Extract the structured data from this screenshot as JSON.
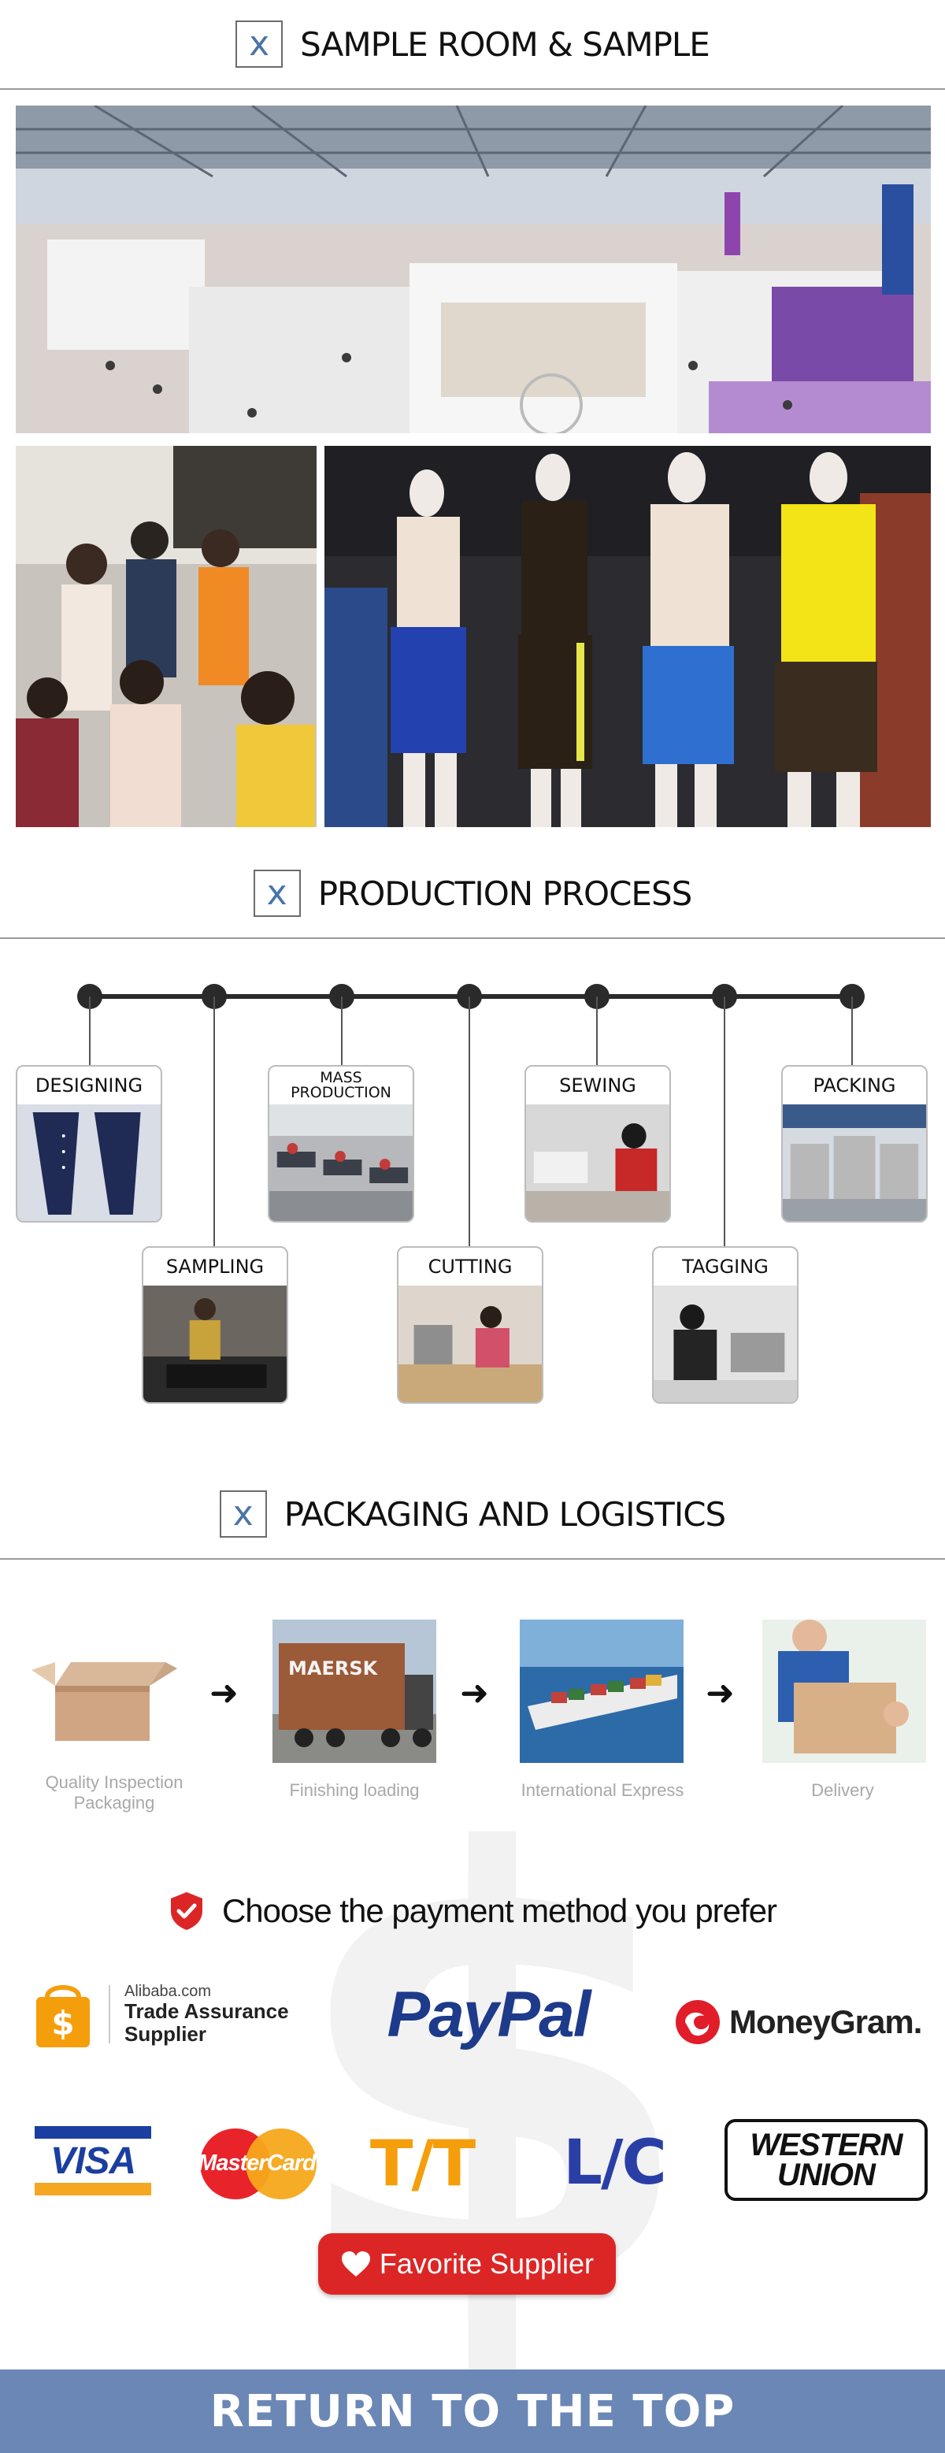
{
  "sections": {
    "sample": {
      "icon": "x-icon",
      "title": "SAMPLE ROOM & SAMPLE"
    },
    "production": {
      "icon": "x-icon",
      "title": "PRODUCTION PROCESS"
    },
    "packaging": {
      "icon": "x-icon",
      "title": "PACKAGING AND LOGISTICS"
    }
  },
  "production_steps": [
    {
      "label": "DESIGNING"
    },
    {
      "label": "SAMPLING"
    },
    {
      "label": "MASS PRODUCTION"
    },
    {
      "label": "CUTTING"
    },
    {
      "label": "SEWING"
    },
    {
      "label": "TAGGING"
    },
    {
      "label": "PACKING"
    }
  ],
  "logistics": [
    {
      "caption": "Quality Inspection Packaging"
    },
    {
      "caption": "Finishing loading",
      "truck_text": "MAERSK"
    },
    {
      "caption": "International Express"
    },
    {
      "caption": "Delivery"
    }
  ],
  "payment": {
    "title": "Choose the payment method you prefer",
    "alibaba_line1": "Alibaba.com",
    "alibaba_line2": "Trade Assurance",
    "alibaba_line3": "Supplier",
    "paypal": "PayPal",
    "moneygram": "MoneyGram.",
    "visa": "VISA",
    "mastercard": "MasterCard",
    "tt": "T/T",
    "lc": "L/C",
    "western_line1": "WESTERN",
    "western_line2": "UNION",
    "favorite_label": "Favorite Supplier"
  },
  "return_top_label": "RETURN TO THE TOP",
  "colors": {
    "accent_blue": "#6b87b5",
    "icon_blue": "#4a74a8",
    "favorite_red": "#dc2626",
    "paypal_dark": "#1e3a8a",
    "paypal_light": "#1e88e5",
    "tt_orange": "#f59e0b",
    "lc_blue": "#2a3fa6"
  }
}
